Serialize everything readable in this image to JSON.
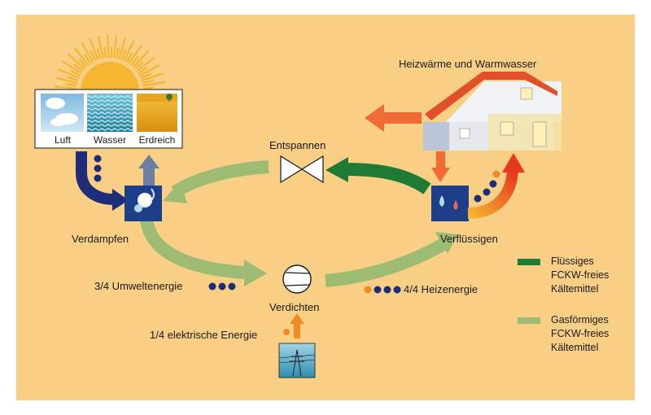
{
  "sources": [
    "Luft",
    "Wasser",
    "Erdreich"
  ],
  "labels": {
    "heat_title": "Heizwärme und Warmwasser",
    "expand": "Entspannen",
    "evaporate": "Verdampfen",
    "condense": "Verflüssigen",
    "compress": "Verdichten",
    "env_energy": "3/4 Umweltenergie",
    "heat_energy": "4/4 Heizenergie",
    "electric_energy": "1/4 elektrische Energie"
  },
  "legend": [
    {
      "text": "Flüssiges FCKW-freies Kältemittel",
      "lines": [
        "Flüssiges",
        "FCKW-freies",
        "Kältemittel"
      ],
      "color": "#1e7a34"
    },
    {
      "text": "Gasförmiges FCKW-freies Kältemittel",
      "lines": [
        "Gasförmiges",
        "FCKW-freies",
        "Kältemittel"
      ],
      "color": "#9dbb73"
    }
  ],
  "colors": {
    "background": "#f9cf86",
    "sun": "#f6b531",
    "liquid_refrigerant": "#1e7a34",
    "gas_refrigerant": "#9dbb73",
    "energy_dot_blue": "#1d2d7a",
    "energy_dot_orange": "#f08a24",
    "heat_arrow": "#ef6a35"
  },
  "icons": [
    "sun-icon",
    "cloud-icon",
    "water-waves-icon",
    "soil-icon",
    "house-icon",
    "expansion-valve-icon",
    "compressor-icon",
    "power-pylon-icon",
    "evaporator-icon",
    "condenser-icon"
  ]
}
